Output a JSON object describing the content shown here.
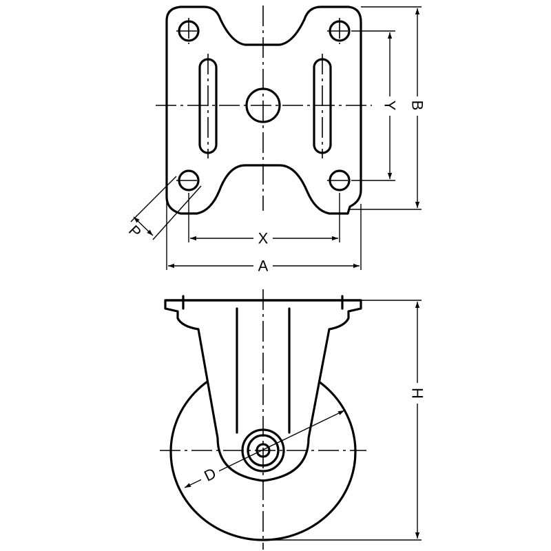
{
  "dimensions": {
    "A": "A",
    "B": "B",
    "X": "X",
    "Y": "Y",
    "P": "P",
    "H": "H",
    "D": "D"
  }
}
